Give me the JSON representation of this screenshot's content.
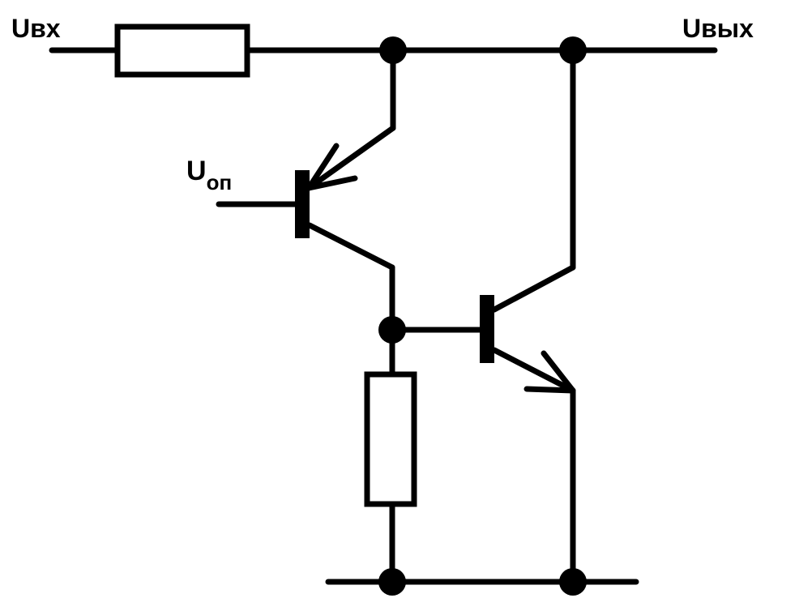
{
  "labels": {
    "input": "Uвх",
    "output": "Uвых",
    "reference_main": "U",
    "reference_sub": "оп"
  },
  "colors": {
    "line": "#000000",
    "background": "#ffffff"
  }
}
